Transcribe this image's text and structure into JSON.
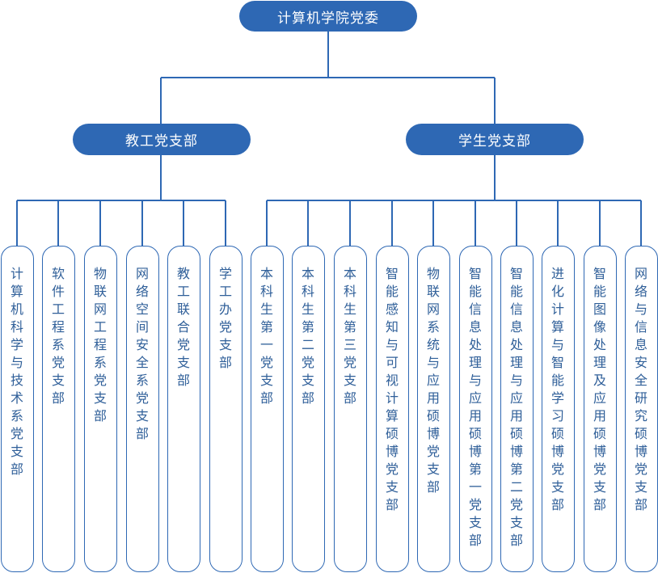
{
  "colors": {
    "node_fill": "#2e68b4",
    "node_text": "#ffffff",
    "line": "#2e68b4",
    "leaf_text": "#2f5f99"
  },
  "root": {
    "label": "计算机学院党委"
  },
  "branches": [
    {
      "label": "教工党支部",
      "children": [
        "计算机科学与技术系党支部",
        "软件工程系党支部",
        "物联网工程系党支部",
        "网络空间安全系党支部",
        "教工联合党支部",
        "学工办党支部"
      ]
    },
    {
      "label": "学生党支部",
      "children": [
        "本科生第一党支部",
        "本科生第二党支部",
        "本科生第三党支部",
        "智能感知与可视计算硕博党支部",
        "物联网系统与应用硕博党支部",
        "智能信息处理与应用硕博第一党支部",
        "智能信息处理与应用硕博第二党支部",
        "进化计算与智能学习硕博党支部",
        "智能图像处理及应用硕博党支部",
        "网络与信息安全研究硕博党支部"
      ]
    }
  ]
}
